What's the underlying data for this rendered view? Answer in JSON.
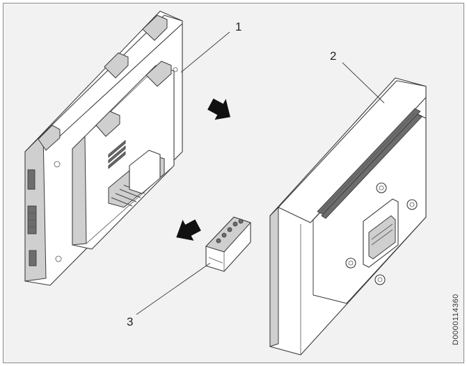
{
  "callouts": {
    "one": "1",
    "two": "2",
    "three": "3"
  },
  "document_code": "D0000114360",
  "icons": [
    "arrow-right-icon",
    "arrow-left-icon"
  ],
  "colors": {
    "frame_border": "#8a8a8a",
    "background": "#f2f2f2",
    "line": "#3a3a3a"
  }
}
